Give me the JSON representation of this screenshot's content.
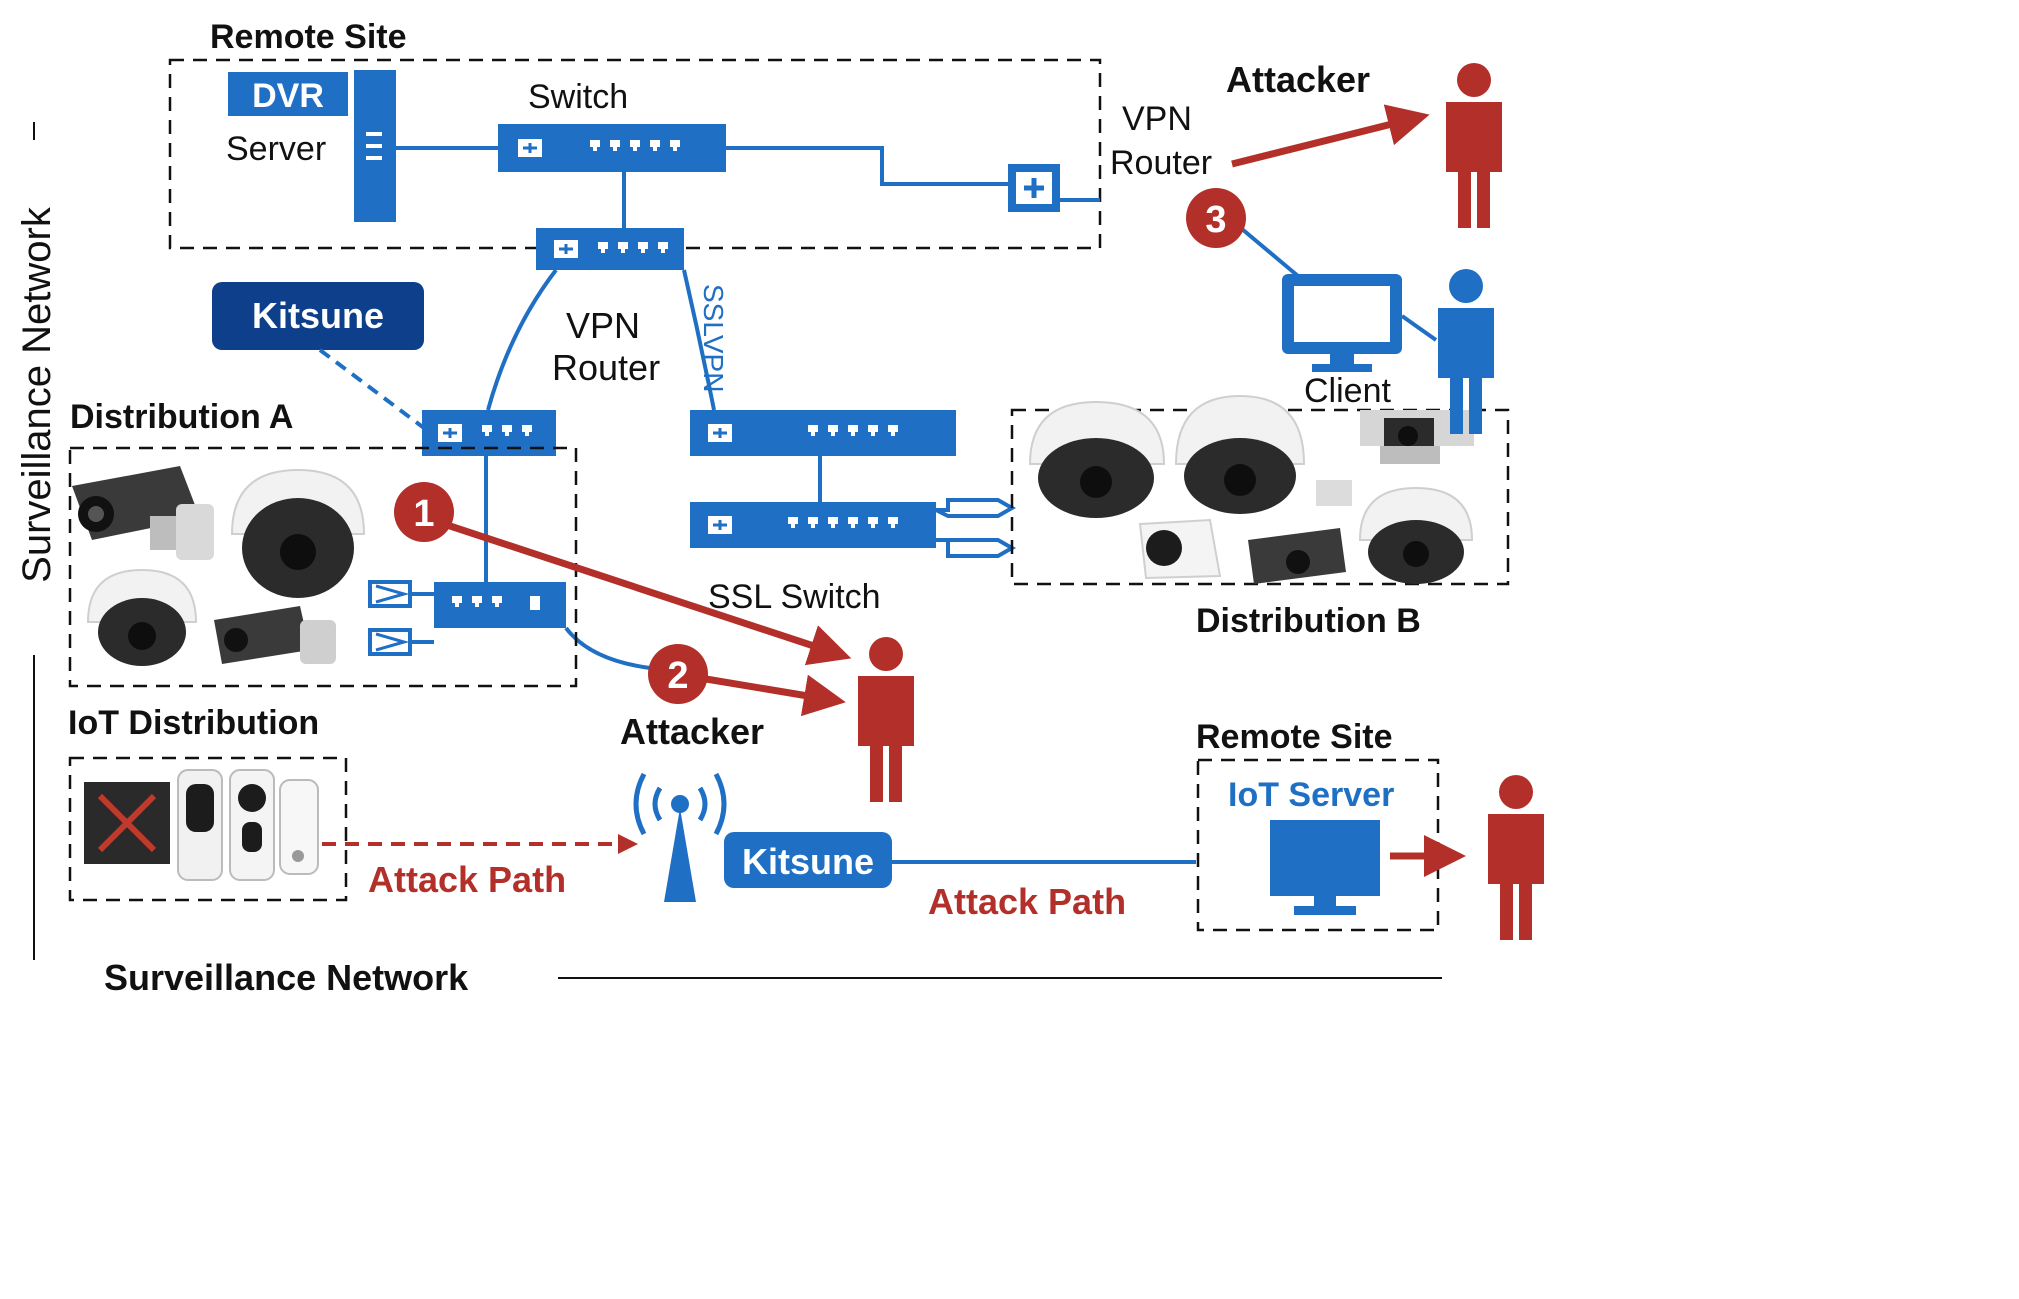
{
  "diagram": {
    "side_title": "Surveillance Network",
    "bottom_title": "Surveillance Network",
    "remote_site_top": {
      "title": "Remote Site",
      "dvr_badge": "DVR",
      "server_label": "Server",
      "switch_label": "Switch",
      "vpn_router_line1": "VPN",
      "vpn_router_line2": "Router"
    },
    "center": {
      "vpn_router_line1": "VPN",
      "vpn_router_line2": "Router",
      "ssl_vpn_label": "SSLVPN",
      "ssl_switch_label": "SSL Switch",
      "kitsune_top": "Kitsune",
      "kitsune_bottom": "Kitsune"
    },
    "attackers": {
      "top": "Attacker",
      "middle": "Attacker"
    },
    "client_label": "Client",
    "steps": [
      "1",
      "2",
      "3"
    ],
    "distribution_a": {
      "title": "Distribution A"
    },
    "distribution_b": {
      "title": "Distribution B"
    },
    "iot_distribution": {
      "title": "IoT Distribution"
    },
    "remote_site_bottom": {
      "title": "Remote Site",
      "server_label": "IoT Server"
    },
    "attack_path_left": "Attack Path",
    "attack_path_right": "Attack Path",
    "colors": {
      "attacker_red": "#b3302a",
      "network_blue": "#1f6fc5",
      "kitsune_navy": "#0d3f8a"
    }
  }
}
